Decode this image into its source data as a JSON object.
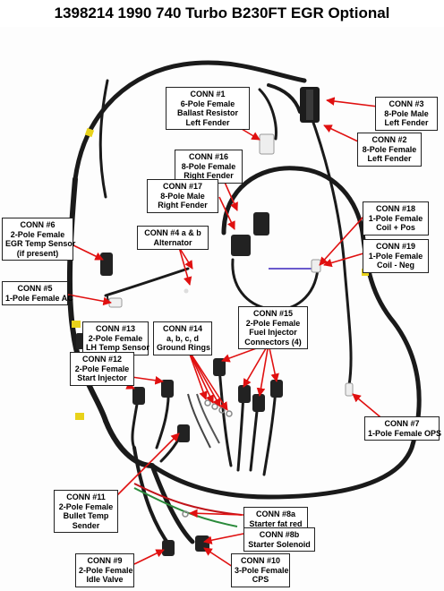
{
  "title": "1398214 1990 740 Turbo B230FT EGR Optional",
  "labels": [
    {
      "id": "conn1",
      "lines": [
        "CONN #1",
        "6-Pole Female",
        "Ballast Resistor",
        "Left Fender"
      ]
    },
    {
      "id": "conn3",
      "lines": [
        "CONN #3",
        "8-Pole Male",
        "Left Fender"
      ]
    },
    {
      "id": "conn2",
      "lines": [
        "CONN #2",
        "8-Pole Female",
        "Left Fender"
      ]
    },
    {
      "id": "conn16",
      "lines": [
        "CONN #16",
        "8-Pole Female",
        "Right Fender"
      ]
    },
    {
      "id": "conn17",
      "lines": [
        "CONN #17",
        "8-Pole Male",
        "Right Fender"
      ]
    },
    {
      "id": "conn18",
      "lines": [
        "CONN #18",
        "1-Pole Female",
        "Coil + Pos"
      ]
    },
    {
      "id": "conn6",
      "lines": [
        "CONN #6",
        "2-Pole Female",
        "EGR Temp Sensor",
        "(if present)"
      ]
    },
    {
      "id": "conn4",
      "lines": [
        "CONN #4 a & b",
        "Alternator"
      ]
    },
    {
      "id": "conn19",
      "lines": [
        "CONN #19",
        "1-Pole Female",
        "Coil - Neg"
      ]
    },
    {
      "id": "conn5",
      "lines": [
        "CONN #5",
        "1-Pole Female AC"
      ]
    },
    {
      "id": "conn15",
      "lines": [
        "CONN #15",
        "2-Pole Female",
        "Fuel Injector",
        "Connectors (4)"
      ]
    },
    {
      "id": "conn13",
      "lines": [
        "CONN #13",
        "2-Pole Female",
        "LH Temp Sensor"
      ]
    },
    {
      "id": "conn14",
      "lines": [
        "CONN #14",
        "a, b, c, d",
        "Ground Rings"
      ]
    },
    {
      "id": "conn12",
      "lines": [
        "CONN #12",
        "2-Pole Female",
        "Start Injector"
      ]
    },
    {
      "id": "conn7",
      "lines": [
        "CONN #7",
        "1-Pole Female OPS"
      ]
    },
    {
      "id": "conn11",
      "lines": [
        "CONN #11",
        "2-Pole Female",
        "Bullet Temp",
        "Sender"
      ]
    },
    {
      "id": "conn8a",
      "lines": [
        "CONN #8a",
        "Starter fat red"
      ]
    },
    {
      "id": "conn8b",
      "lines": [
        "CONN #8b",
        "Starter Solenoid"
      ]
    },
    {
      "id": "conn9",
      "lines": [
        "CONN #9",
        "2-Pole Female",
        "Idle Valve"
      ]
    },
    {
      "id": "conn10",
      "lines": [
        "CONN #10",
        "3-Pole Female",
        "CPS"
      ]
    }
  ],
  "colors": {
    "background": "#ffffff",
    "harness": "#1a1a1a",
    "arrow": "#e01010",
    "tape": "#e8d21a",
    "outline": "#222222"
  }
}
